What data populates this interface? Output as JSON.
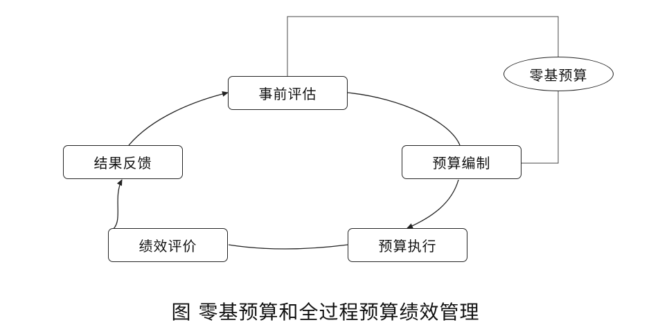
{
  "diagram": {
    "nodes": {
      "pre_assessment": "事前评估",
      "budget_preparation": "预算编制",
      "budget_execution": "预算执行",
      "performance_evaluation": "绩效评价",
      "result_feedback": "结果反馈",
      "zero_based_budget": "零基预算"
    },
    "cycle_order": [
      "事前评估",
      "预算编制",
      "预算执行",
      "绩效评价",
      "结果反馈",
      "事前评估"
    ],
    "feedback_link": [
      "预算编制",
      "零基预算",
      "事前评估"
    ],
    "line_color": "#222222"
  },
  "caption": "图  零基预算和全过程预算绩效管理"
}
